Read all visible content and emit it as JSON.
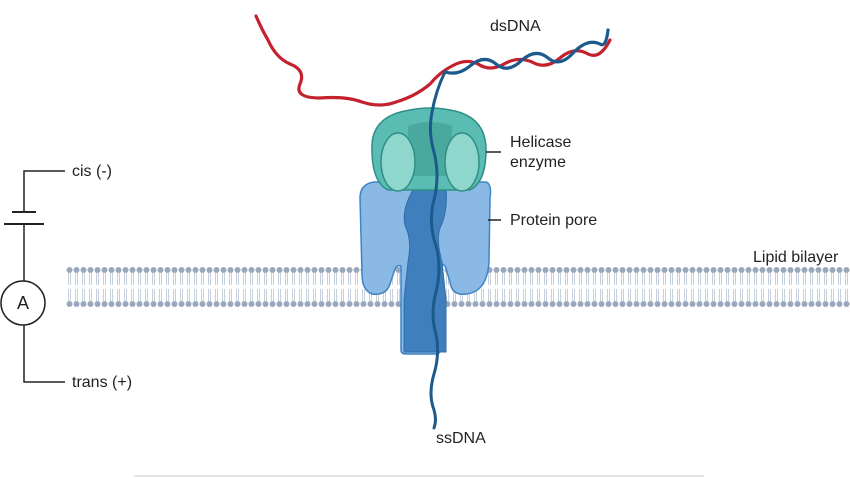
{
  "labels": {
    "dsdna": "dsDNA",
    "helicase": "Helicase\nenzyme",
    "protein_pore": "Protein pore",
    "lipid_bilayer": "Lipid bilayer",
    "cis": "cis (-)",
    "trans": "trans (+)",
    "ssdna": "ssDNA",
    "ammeter": "A"
  },
  "colors": {
    "strand_red": "#c4212e",
    "strand_blue": "#1b5a8c",
    "helicase_teal": "#5bbcb3",
    "helicase_light": "#8fd6cc",
    "pore_blue": "#8ab9e6",
    "pore_dark": "#3f84c4",
    "lipid_head": "#9aa8be",
    "circuit": "#222222"
  }
}
